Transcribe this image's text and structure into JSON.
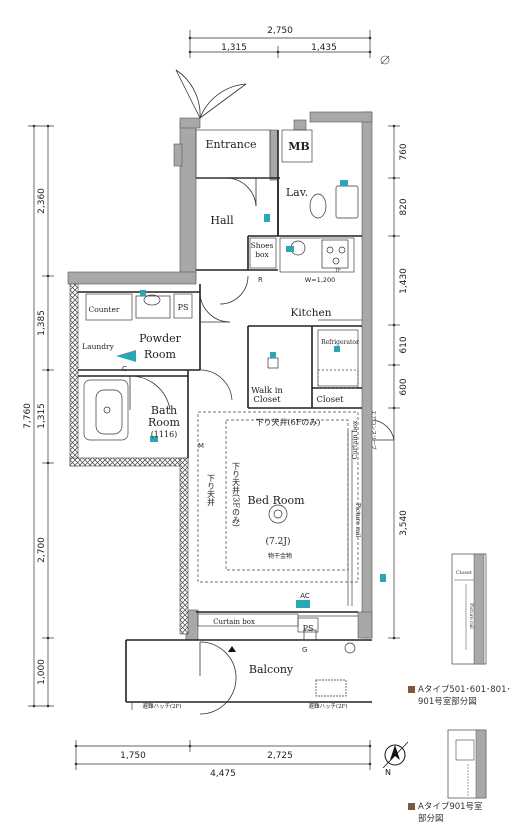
{
  "dimensions": {
    "top": {
      "total": "2,750",
      "left": "1,315",
      "right": "1,435"
    },
    "bottom": {
      "total": "4,475",
      "left": "1,750",
      "right": "2,725"
    },
    "left": {
      "total": "7,760",
      "segments": [
        "2,360",
        "1,385",
        "1,315",
        "2,700",
        "1,000"
      ]
    },
    "right": {
      "segments": [
        "760",
        "820",
        "1,430",
        "610",
        "600",
        "3,540"
      ]
    }
  },
  "rooms": {
    "entrance": "Entrance",
    "mb": "MB",
    "lav": "Lav.",
    "hall": "Hall",
    "shoes_box": [
      "Shoes",
      "box"
    ],
    "kitchen": "Kitchen",
    "kitchen_width": "W=1,200",
    "refrigerator": "Refrigerator",
    "counter": "Counter",
    "ps1": "PS",
    "laundry": "Laundry",
    "powder_room": [
      "Powder",
      "Room"
    ],
    "bath_room": [
      "Bath",
      "Room",
      "(1116)"
    ],
    "walk_in_closet": [
      "Walk in",
      "Closet"
    ],
    "closet": "Closet",
    "curtain_box_right": "Curtain box",
    "aircon_sleeve": "エアコンスリーブ",
    "ceiling_6f": "下り天井(6Fのみ)",
    "ceiling_vertical": "下り天井",
    "ceiling_3f": "下り天井(3Fのみ)",
    "bed_room": "Bed Room",
    "bed_room_size": "(7.2J)",
    "drying_rack": "物干金物",
    "picture_rail": "Picture rail",
    "ac": "AC",
    "curtain_box_bottom": "Curtain box",
    "ps2": "PS",
    "balcony": "Balcony",
    "evac_left": "避難ハッチ(2F)",
    "evac_right": "避難ハッチ(2F)",
    "marks": {
      "r": "R",
      "m": "M",
      "g": "G",
      "c": "C",
      "tf": "TF"
    }
  },
  "legend": {
    "type_a_multi": [
      "Aタイプ501･601･801･",
      "901号室部分図"
    ],
    "type_a_901": [
      "Aタイプ901号室",
      "部分図"
    ],
    "inset_closet": "Closet",
    "inset_picture_rail": "Picture rail"
  },
  "compass": {
    "north": "N"
  },
  "colors": {
    "wall": "#a6a6a6",
    "legend_square": "#7a5a45",
    "line": "#222222",
    "accent": "#2aa7b3"
  }
}
